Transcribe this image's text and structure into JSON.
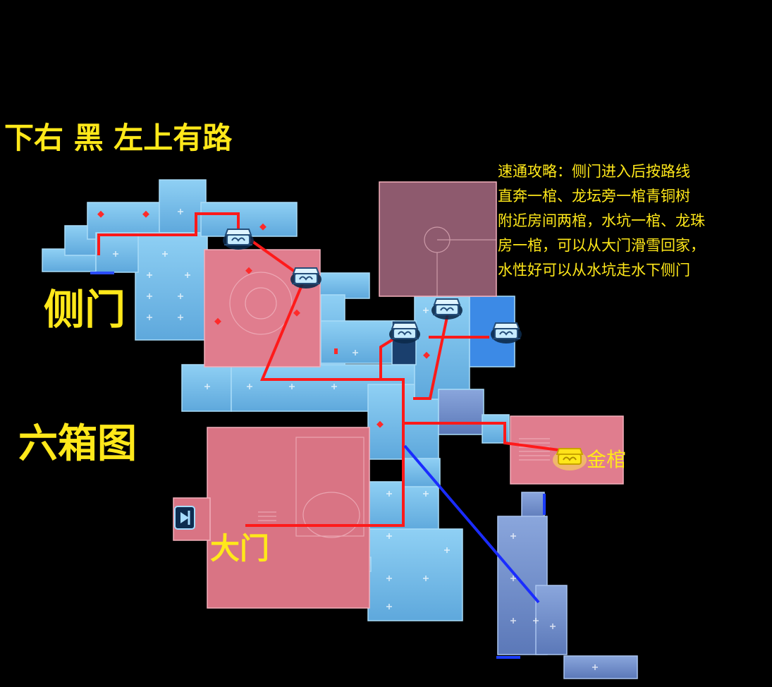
{
  "labels": {
    "hint": "下右 黑 左上有路",
    "side_door": "侧门",
    "six_box": "六箱图",
    "main_door": "大门",
    "gold_coffin": "金棺"
  },
  "guide": {
    "lines": [
      "速通攻略：侧门进入后按路线",
      "直奔一棺、龙坛旁一棺青铜树",
      "附近房间两棺，水坑一棺、龙珠",
      "房一棺，可以从大门滑雪回家，",
      "水性好可以从水坑走水下侧门"
    ]
  },
  "colors": {
    "background": "#000000",
    "room_blue": "#7ec3ec",
    "room_dark_blue": "#6f8fc9",
    "room_red": "#e07d8e",
    "route_red": "#ff1a1a",
    "route_blue": "#1a2cff",
    "text_yellow": "#ffe81a"
  },
  "icons": {
    "chest": "treasure-chest-icon",
    "gold_chest": "gold-coffin-icon",
    "entrance": "entrance-door-icon"
  }
}
